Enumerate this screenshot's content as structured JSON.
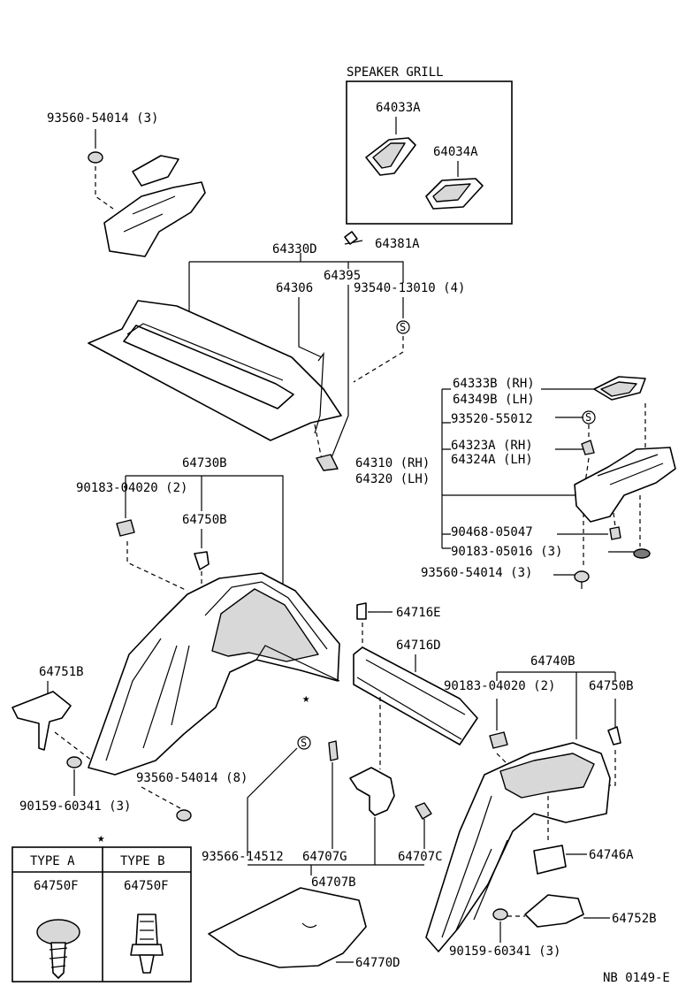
{
  "speaker_grill": {
    "title": "SPEAKER GRILL",
    "parts": [
      "64033A",
      "64034A"
    ]
  },
  "labels": {
    "l_93560_54014_a": "93560-54014 (3)",
    "l_64381a": "64381A",
    "l_64330d": "64330D",
    "l_64395": "64395",
    "l_64306": "64306",
    "l_93540_13010": "93540-13010 (4)",
    "l_64333b": "64333B (RH)",
    "l_64349b": "64349B (LH)",
    "l_93520_55012": "93520-55012",
    "l_64323a": "64323A (RH)",
    "l_64324a": "64324A (LH)",
    "l_64310": "64310 (RH)",
    "l_64320": "64320 (LH)",
    "l_90468_05047": "90468-05047",
    "l_90183_05016": "90183-05016 (3)",
    "l_93560_54014_b": "93560-54014 (3)",
    "l_64730b": "64730B",
    "l_90183_04020_a": "90183-04020 (2)",
    "l_64750b_a": "64750B",
    "l_64716e": "64716E",
    "l_64716d": "64716D",
    "l_64751b": "64751B",
    "l_64740b": "64740B",
    "l_90183_04020_b": "90183-04020 (2)",
    "l_64750b_b": "64750B",
    "l_93560_54014_c": "93560-54014 (8)",
    "l_90159_60341_a": "90159-60341 (3)",
    "l_93566_14512": "93566-14512",
    "l_64707g": "64707G",
    "l_64707c": "64707C",
    "l_64707b": "64707B",
    "l_64746a": "64746A",
    "l_64752b": "64752B",
    "l_90159_60341_b": "90159-60341 (3)",
    "l_64770d": "64770D",
    "footer_code": "NB 0149-E"
  },
  "legend": {
    "marker": "★",
    "col_a_header": "TYPE A",
    "col_b_header": "TYPE B",
    "col_a_part": "64750F",
    "col_b_part": "64750F"
  },
  "markers": {
    "star": "★",
    "s_symbol": "S"
  }
}
